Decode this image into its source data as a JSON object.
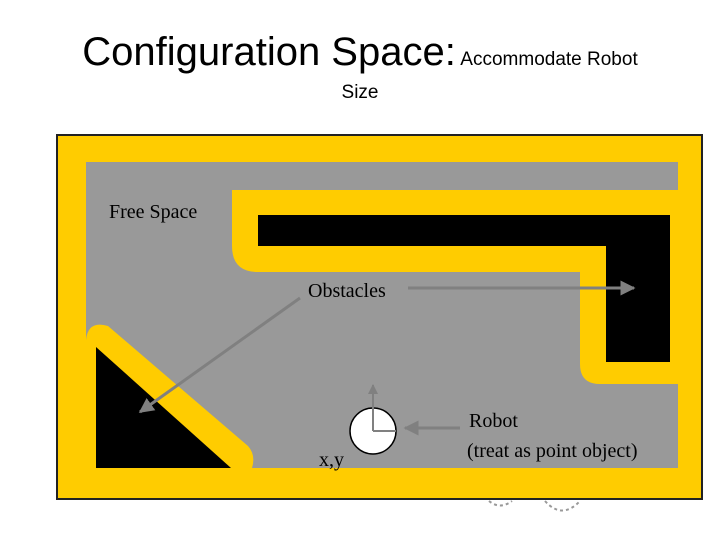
{
  "title": {
    "main": "Configuration Space:",
    "sub_part1": "Accommodate Robot",
    "sub_part2": "Size"
  },
  "labels": {
    "free_space": "Free Space",
    "obstacles": "Obstacles",
    "robot_line1": "Robot",
    "robot_line2": "(treat as point object)",
    "xy": "x,y"
  },
  "colors": {
    "border": "#ffcc00",
    "free_space": "#999999",
    "obstacle": "#000000",
    "arrow": "#808080",
    "robot": "#ffffff"
  }
}
